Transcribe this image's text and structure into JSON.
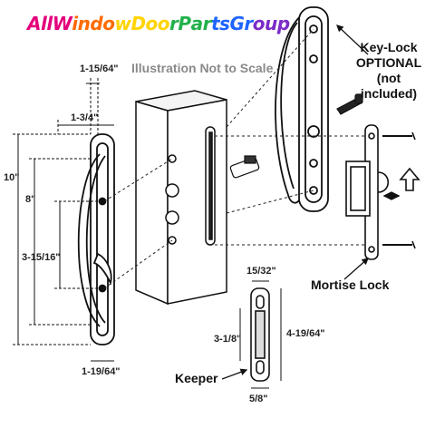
{
  "brand": {
    "logo_text": "AllWindowDoorPartsGroup",
    "logo_colors": [
      "#e4007c",
      "#ff6a00",
      "#ffd400",
      "#22b14c",
      "#1e64ff",
      "#7a2cc8"
    ]
  },
  "notice": "Illustration Not to Scale",
  "labels": {
    "key_lock_line1": "Key-Lock",
    "key_lock_line2": "OPTIONAL",
    "key_lock_line3": "(not included)",
    "mortise_lock": "Mortise Lock",
    "keeper": "Keeper"
  },
  "dimensions": {
    "top_offset": "1-15/64\"",
    "handle_offset": "1-3/4\"",
    "overall_height": "10\"",
    "hole_spacing": "8\"",
    "grip_spacing": "3-15/16\"",
    "handle_base": "1-19/64\"",
    "keeper_top": "15/32\"",
    "keeper_inner": "3-1/8\"",
    "keeper_overall": "4-19/64\"",
    "keeper_width": "5/8\""
  }
}
